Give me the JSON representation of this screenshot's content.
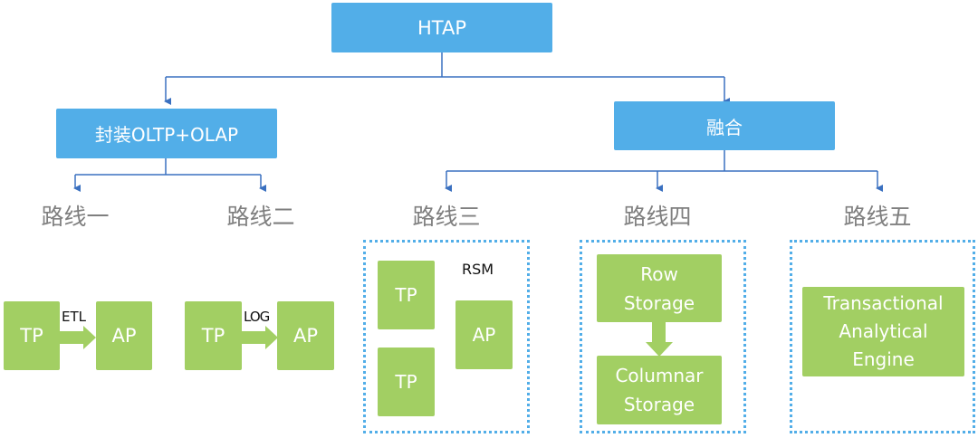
{
  "root": {
    "label": "HTAP"
  },
  "branches": [
    {
      "label": "封装OLTP+OLAP"
    },
    {
      "label": "融合"
    }
  ],
  "routes": [
    {
      "label": "路线一",
      "diagram": {
        "source": "TP",
        "target": "AP",
        "arrow_label": "ETL"
      }
    },
    {
      "label": "路线二",
      "diagram": {
        "source": "TP",
        "target": "AP",
        "arrow_label": "LOG"
      }
    },
    {
      "label": "路线三",
      "diagram": {
        "nodes": [
          "TP",
          "TP",
          "AP"
        ],
        "caption": "RSM"
      }
    },
    {
      "label": "路线四",
      "diagram": {
        "top": "Row Storage",
        "bottom": "Columnar Storage"
      }
    },
    {
      "label": "路线五",
      "diagram": {
        "engine": "Transactional Analytical Engine"
      }
    }
  ],
  "colors": {
    "header_box": "#52aee8",
    "node_box": "#a2cf63",
    "connector": "#3a70c0",
    "route_text": "#7f7f7f",
    "dotted_border": "#52aee8"
  }
}
